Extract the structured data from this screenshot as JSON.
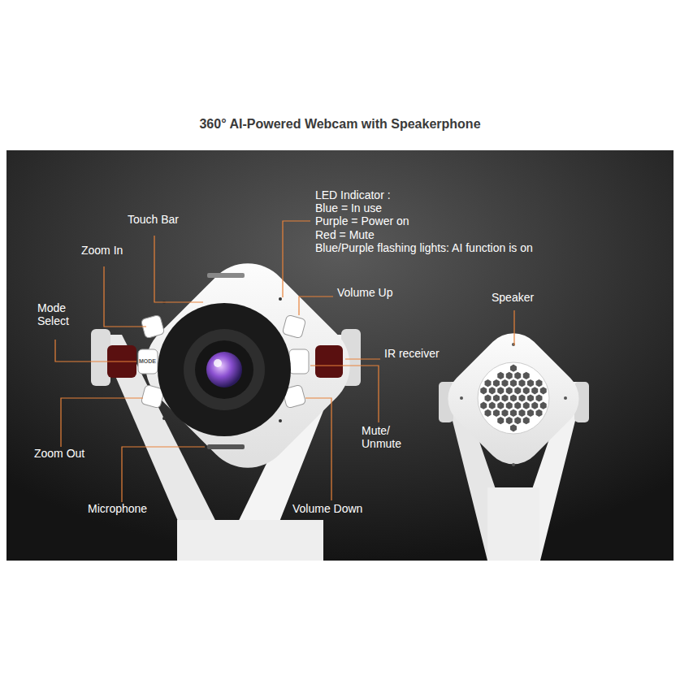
{
  "diagram": {
    "title": "360° AI-Powered Webcam with Speakerphone",
    "labels": [
      "Touch Bar",
      "Zoom In",
      "Mode Select",
      "Zoom Out",
      "Microphone",
      "LED Indicator :",
      "Blue = In use",
      "Purple = Power on",
      "Red = Mute",
      "Blue/Purple flashing lights: AI function is on",
      "Volume Up",
      "IR receiver",
      "Mute/ Unmute",
      "Volume Down",
      "Speaker",
      "MODE"
    ]
  }
}
